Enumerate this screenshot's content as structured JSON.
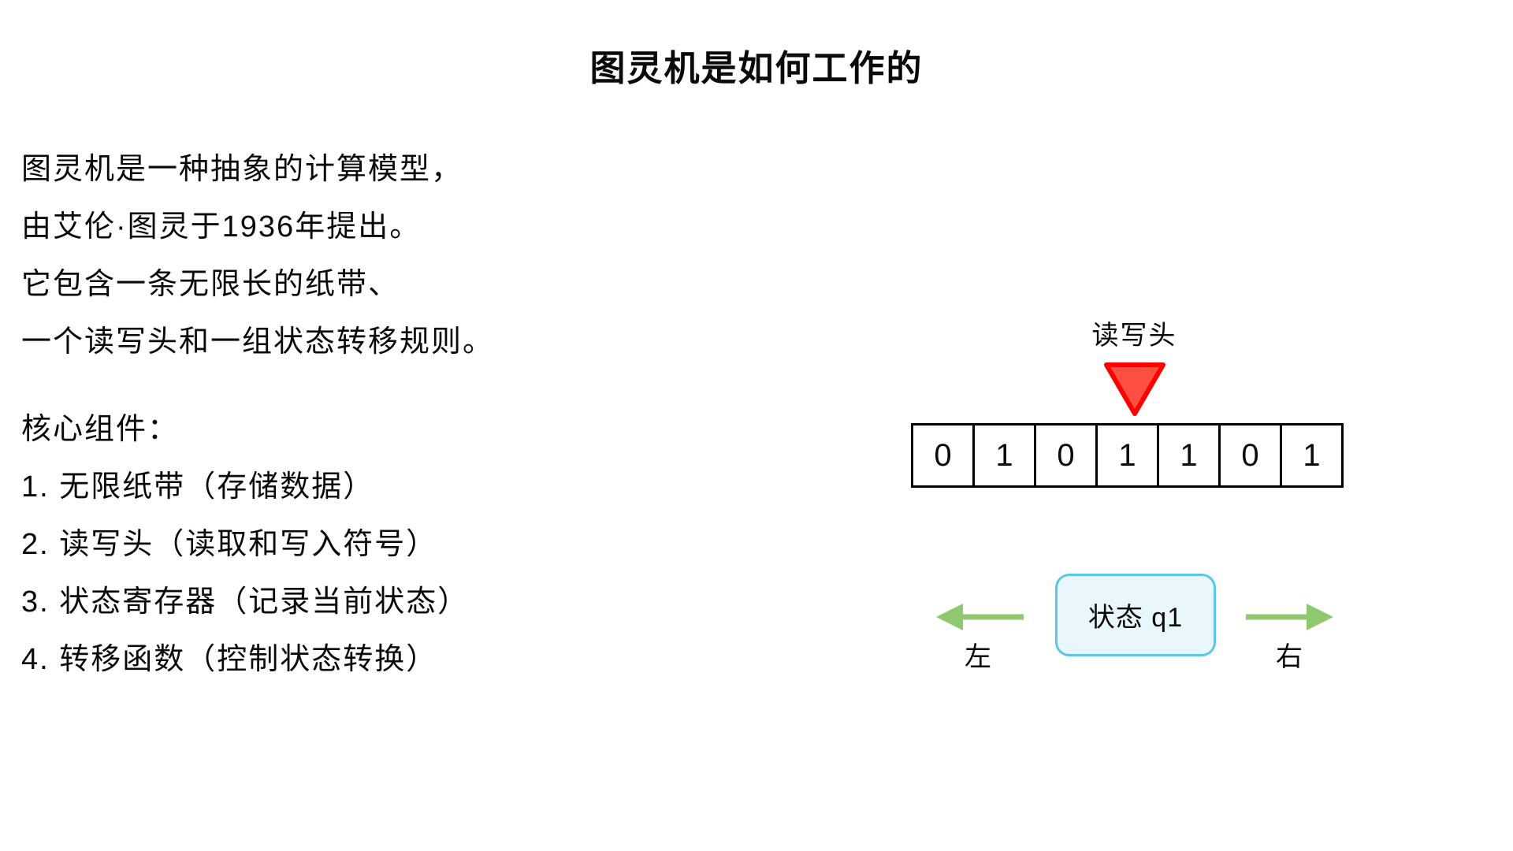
{
  "page": {
    "title": "图灵机是如何工作的"
  },
  "intro": {
    "lines": [
      "图灵机是一种抽象的计算模型，",
      "由艾伦·图灵于1936年提出。",
      "它包含一条无限长的纸带、",
      "一个读写头和一组状态转移规则。"
    ]
  },
  "components": {
    "heading": "核心组件：",
    "items": [
      "1. 无限纸带（存储数据）",
      "2. 读写头（读取和写入符号）",
      "3. 状态寄存器（记录当前状态）",
      "4. 转移函数（控制状态转换）"
    ]
  },
  "diagram": {
    "head_label": "读写头",
    "tape_cells": [
      "0",
      "1",
      "0",
      "1",
      "1",
      "0",
      "1"
    ],
    "active_cell_index": 3,
    "state_box_label": "状态 q1",
    "left_label": "左",
    "right_label": "右",
    "colors": {
      "head_pointer_fill": "#ff4f42",
      "head_pointer_stroke": "#fe0000",
      "arrow_green": "#90c870",
      "state_border": "#5bc6e8",
      "state_fill": "#e9f6fb",
      "tape_border": "#000000",
      "text": "#0a0a0a"
    }
  }
}
